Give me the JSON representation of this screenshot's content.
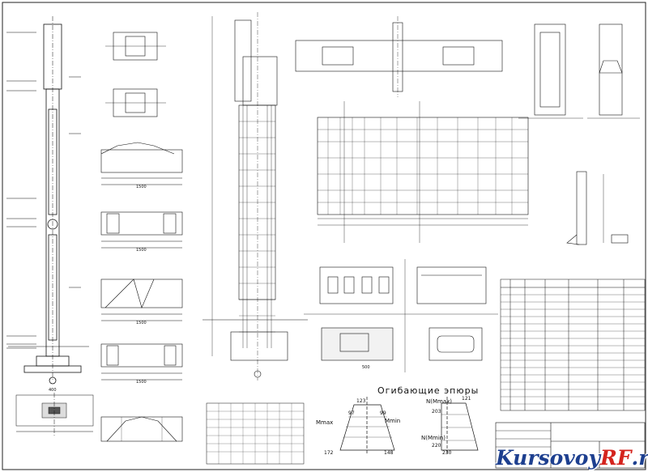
{
  "sheet": {
    "epure_title": "Огибающие эпюры",
    "epure_labels": {
      "mmax": "Mmax",
      "mmin": "Mmin",
      "nmax": "N(Mmax)",
      "nmin": "N(Mmin)",
      "v1": "123",
      "v2": "99",
      "v3": "97",
      "v4": "172",
      "v5": "148",
      "v6": "121",
      "v7": "203",
      "v8": "220",
      "v9": "230"
    },
    "dims": {
      "d1500": "1500",
      "d400": "400",
      "d500": "500"
    }
  },
  "watermark": {
    "part1": "Kursovoy",
    "part2": "RF",
    "part3": ".ru"
  },
  "spec_table": {
    "rows": 18,
    "cols": 7
  }
}
